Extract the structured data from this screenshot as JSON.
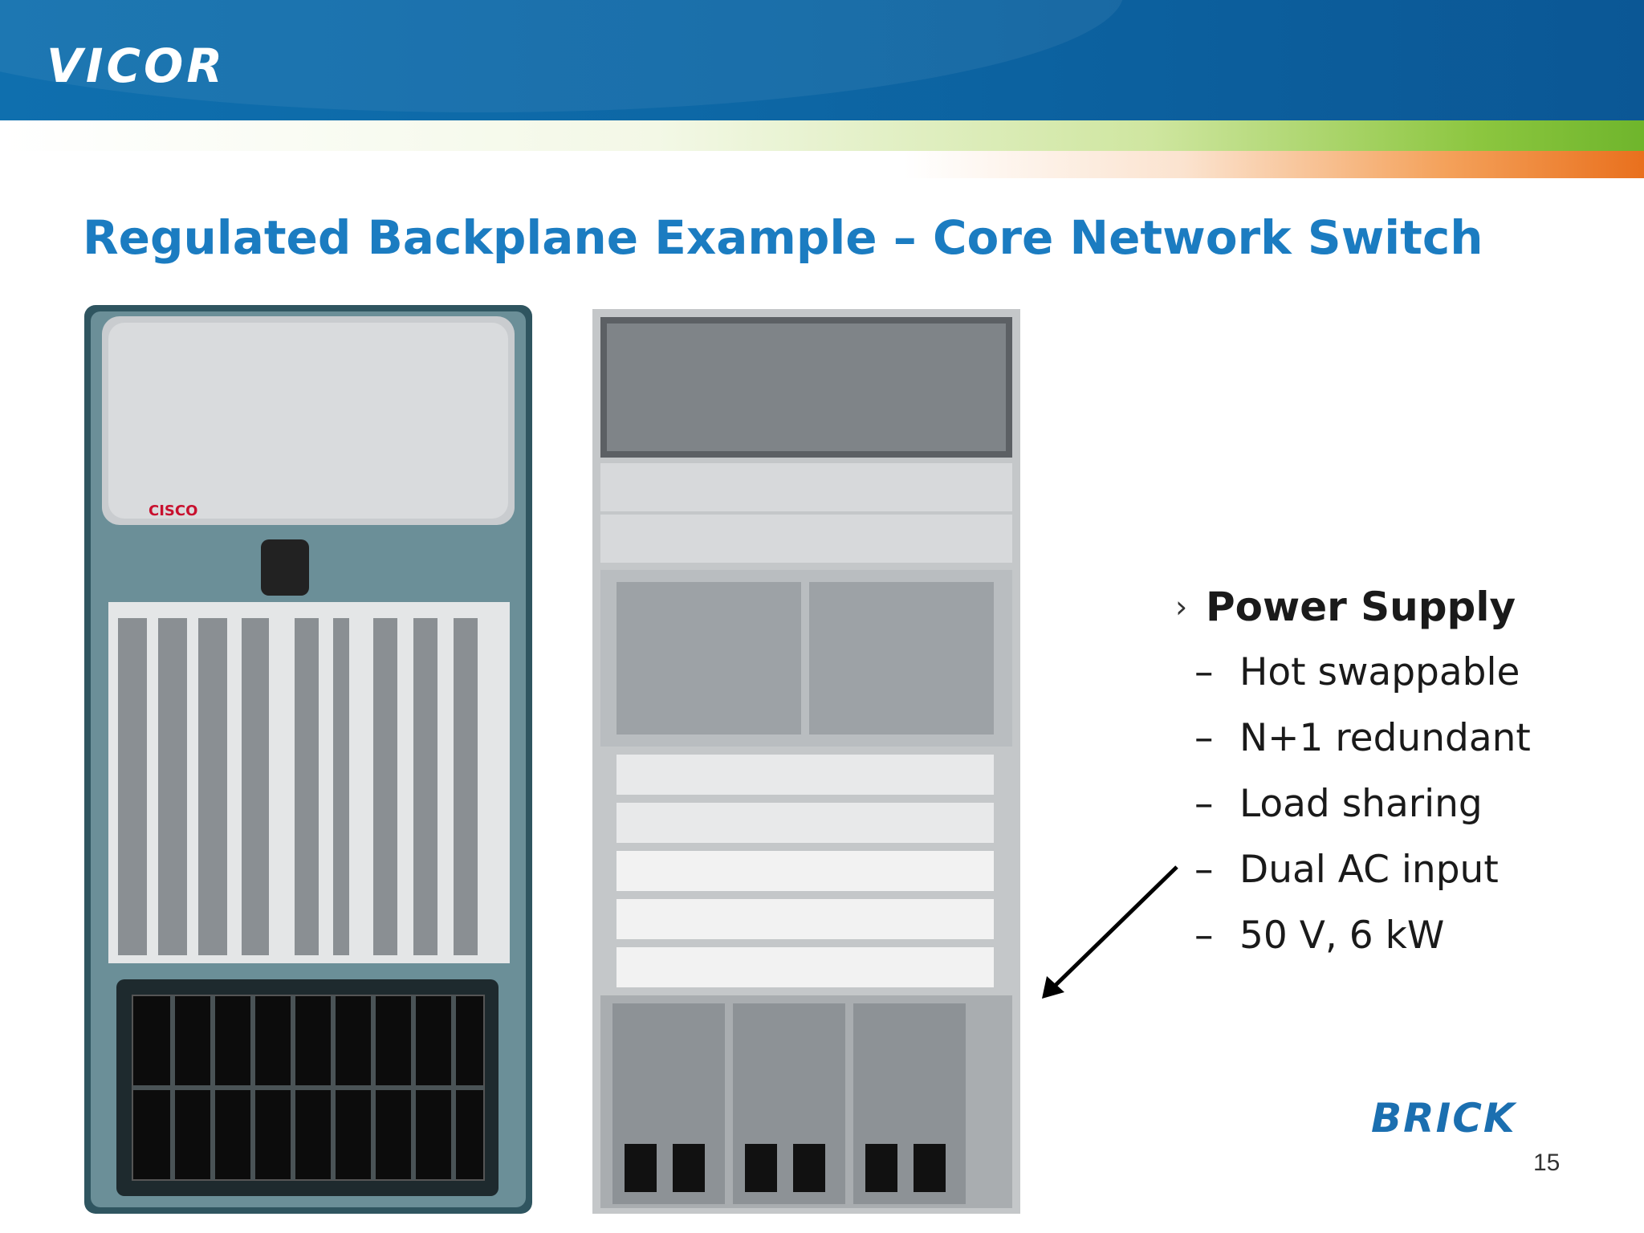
{
  "header": {
    "logo_text": "VICOR",
    "colors": {
      "blue": "#0f6fae",
      "green": "#8cc63f",
      "orange": "#e9701d"
    }
  },
  "slide": {
    "title": "Regulated Backplane Example – Core Network Switch",
    "title_color": "#1b7cc1"
  },
  "photos": {
    "left": {
      "logo_text": "CISCO",
      "logo_color": "#c8102e"
    }
  },
  "bullets": {
    "main": {
      "marker": "›",
      "label": "Power Supply"
    },
    "items": [
      {
        "marker": "–",
        "label": "Hot swappable"
      },
      {
        "marker": "–",
        "label": "N+1 redundant"
      },
      {
        "marker": "–",
        "label": "Load sharing"
      },
      {
        "marker": "–",
        "label": "Dual AC input"
      },
      {
        "marker": "–",
        "label": "50 V, 6 kW"
      }
    ]
  },
  "footer": {
    "brand": "BRICK",
    "page_number": "15"
  }
}
